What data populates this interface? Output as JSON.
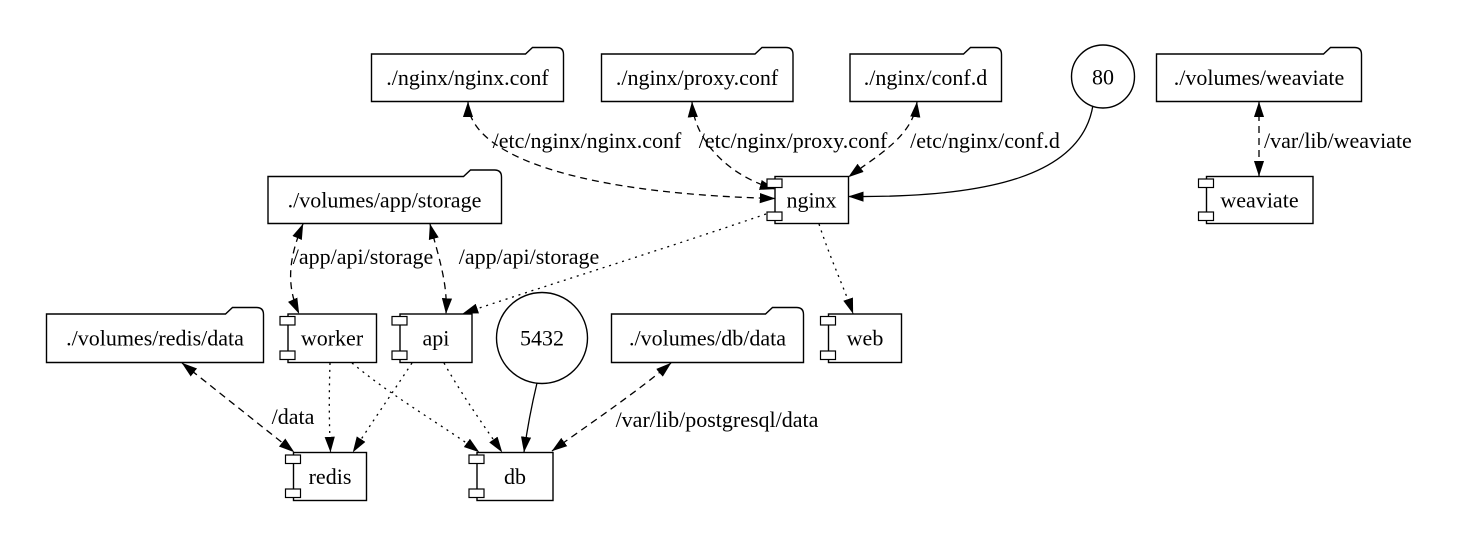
{
  "diagram": {
    "type": "docker-compose-graph",
    "background": "#ffffff",
    "line_color": "#000000"
  },
  "nodes": {
    "nginx_conf": {
      "label": "./nginx/nginx.conf",
      "shape": "folder"
    },
    "proxy_conf": {
      "label": "./nginx/proxy.conf",
      "shape": "folder"
    },
    "conf_d": {
      "label": "./nginx/conf.d",
      "shape": "folder"
    },
    "port_80": {
      "label": "80",
      "shape": "circle"
    },
    "volumes_weaviate": {
      "label": "./volumes/weaviate",
      "shape": "folder"
    },
    "app_storage": {
      "label": "./volumes/app/storage",
      "shape": "folder"
    },
    "nginx": {
      "label": "nginx",
      "shape": "component"
    },
    "weaviate": {
      "label": "weaviate",
      "shape": "component"
    },
    "redis_data": {
      "label": "./volumes/redis/data",
      "shape": "folder"
    },
    "worker": {
      "label": "worker",
      "shape": "component"
    },
    "api": {
      "label": "api",
      "shape": "component"
    },
    "port_5432": {
      "label": "5432",
      "shape": "circle"
    },
    "db_data": {
      "label": "./volumes/db/data",
      "shape": "folder"
    },
    "web": {
      "label": "web",
      "shape": "component"
    },
    "redis": {
      "label": "redis",
      "shape": "component"
    },
    "db": {
      "label": "db",
      "shape": "component"
    }
  },
  "edges": [
    {
      "from": "nginx",
      "to": "nginx_conf",
      "style": "dashed",
      "dir": "both",
      "label": "/etc/nginx/nginx.conf"
    },
    {
      "from": "nginx",
      "to": "proxy_conf",
      "style": "dashed",
      "dir": "both",
      "label": "/etc/nginx/proxy.conf"
    },
    {
      "from": "nginx",
      "to": "conf_d",
      "style": "dashed",
      "dir": "both",
      "label": "/etc/nginx/conf.d"
    },
    {
      "from": "port_80",
      "to": "nginx",
      "style": "solid",
      "dir": "forward",
      "label": ""
    },
    {
      "from": "weaviate",
      "to": "volumes_weaviate",
      "style": "dashed",
      "dir": "both",
      "label": "/var/lib/weaviate"
    },
    {
      "from": "worker",
      "to": "app_storage",
      "style": "dashed",
      "dir": "both",
      "label": "/app/api/storage"
    },
    {
      "from": "api",
      "to": "app_storage",
      "style": "dashed",
      "dir": "both",
      "label": "/app/api/storage"
    },
    {
      "from": "nginx",
      "to": "api",
      "style": "dotted",
      "dir": "forward",
      "label": ""
    },
    {
      "from": "nginx",
      "to": "web",
      "style": "dotted",
      "dir": "forward",
      "label": ""
    },
    {
      "from": "redis",
      "to": "redis_data",
      "style": "dashed",
      "dir": "both",
      "label": "/data"
    },
    {
      "from": "worker",
      "to": "redis",
      "style": "dotted",
      "dir": "forward",
      "label": ""
    },
    {
      "from": "worker",
      "to": "db",
      "style": "dotted",
      "dir": "forward",
      "label": ""
    },
    {
      "from": "api",
      "to": "redis",
      "style": "dotted",
      "dir": "forward",
      "label": ""
    },
    {
      "from": "api",
      "to": "db",
      "style": "dotted",
      "dir": "forward",
      "label": ""
    },
    {
      "from": "port_5432",
      "to": "db",
      "style": "solid",
      "dir": "forward",
      "label": ""
    },
    {
      "from": "db",
      "to": "db_data",
      "style": "dashed",
      "dir": "both",
      "label": "/var/lib/postgresql/data"
    }
  ]
}
